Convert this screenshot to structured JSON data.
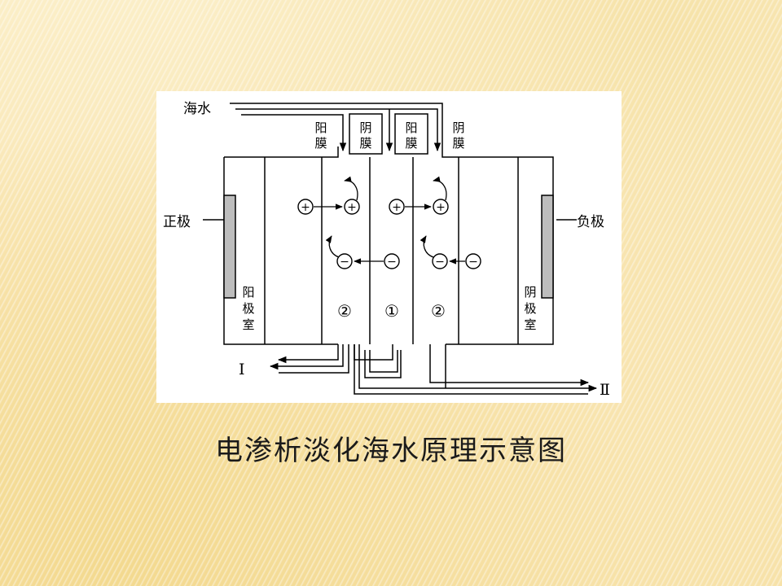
{
  "slide": {
    "caption": "电渗析淡化海水原理示意图"
  },
  "diagram": {
    "labels": {
      "seawater": "海水",
      "anode": "正极",
      "cathode": "负极",
      "membrane_1_top": "阳",
      "membrane_1_bottom": "膜",
      "membrane_2_top": "阴",
      "membrane_2_bottom": "膜",
      "membrane_3_top": "阳",
      "membrane_3_bottom": "膜",
      "membrane_4_top": "阴",
      "membrane_4_bottom": "膜",
      "anode_chamber_1": "阳",
      "anode_chamber_2": "极",
      "anode_chamber_3": "室",
      "cathode_chamber_1": "阴",
      "cathode_chamber_2": "极",
      "cathode_chamber_3": "室",
      "zone_left": "②",
      "zone_middle": "①",
      "zone_right": "②",
      "outlet_1": "Ⅰ",
      "outlet_2": "Ⅱ",
      "plus": "+",
      "minus": "−"
    }
  }
}
